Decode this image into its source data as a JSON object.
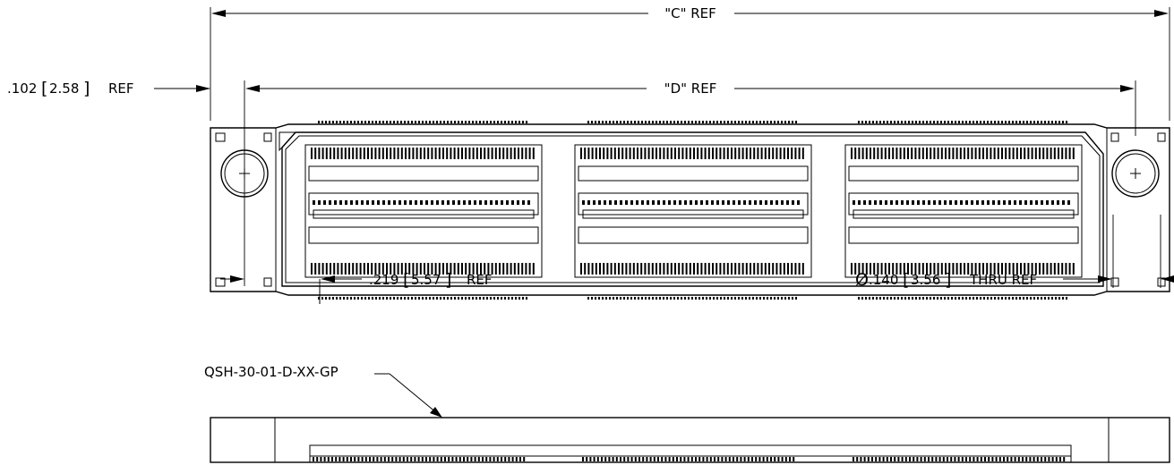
{
  "dimensions": {
    "c_ref": "\"C\" REF",
    "d_ref": "\"D\" REF",
    "edge_offset": {
      "value": ".102",
      "metric": "2.58",
      "suffix": "REF"
    },
    "contact_offset": {
      "value": ".219",
      "metric": "5.57",
      "suffix": "REF"
    },
    "hole_diameter": {
      "symbol": "Ø",
      "value": ".140",
      "metric": "3.56",
      "suffix": "THRU REF"
    }
  },
  "callout": {
    "part_number": "QSH-30-01-D-XX-GP"
  }
}
